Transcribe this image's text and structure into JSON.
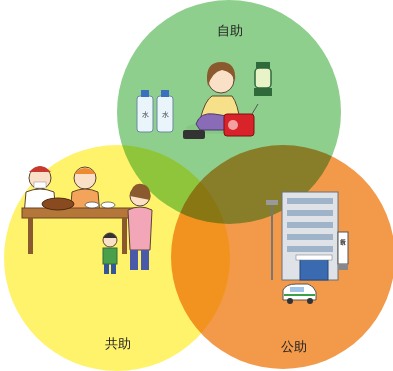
{
  "diagram": {
    "nodes": [
      {
        "text": [
          "自助"
        ]
      },
      {
        "text": [
          "共助"
        ]
      },
      {
        "text": [
          "公助"
        ]
      }
    ],
    "labels": [
      "水",
      "水",
      "市役所"
    ]
  }
}
